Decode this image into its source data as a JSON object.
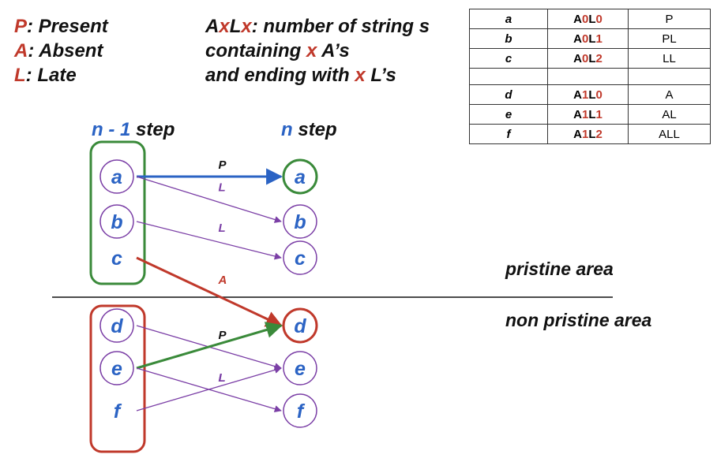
{
  "legend": {
    "items": [
      {
        "key": "P",
        "text": ": Present"
      },
      {
        "key": "A",
        "text": ": Absent"
      },
      {
        "key": "L",
        "text": ": Late"
      }
    ]
  },
  "definition": {
    "line1_a": "A",
    "line1_x1": "x",
    "line1_b": "L",
    "line1_x2": "x",
    "line1_c": ": number of string s",
    "line2_a": "containing ",
    "line2_x": "x",
    "line2_b": " A’s",
    "line3_a": "and ending with ",
    "line3_x": "x",
    "line3_b": " L’s"
  },
  "steps": {
    "prev_n": "n - 1",
    "prev_word": " step",
    "cur_n": "n",
    "cur_word": " step"
  },
  "areas": {
    "pristine": "pristine area",
    "non_pristine": "non pristine area"
  },
  "table": {
    "rows": [
      {
        "node": "a",
        "a_digit": "0",
        "l_digit": "0",
        "suffix": "P"
      },
      {
        "node": "b",
        "a_digit": "0",
        "l_digit": "1",
        "suffix": "PL"
      },
      {
        "node": "c",
        "a_digit": "0",
        "l_digit": "2",
        "suffix": "LL"
      },
      {
        "node": "d",
        "a_digit": "1",
        "l_digit": "0",
        "suffix": "A"
      },
      {
        "node": "e",
        "a_digit": "1",
        "l_digit": "1",
        "suffix": "AL"
      },
      {
        "node": "f",
        "a_digit": "1",
        "l_digit": "2",
        "suffix": "ALL"
      }
    ],
    "prefix_a": "A",
    "prefix_l": "L"
  },
  "nodes": {
    "left": [
      "a",
      "b",
      "c",
      "d",
      "e",
      "f"
    ],
    "right": [
      "a",
      "b",
      "c",
      "d",
      "e",
      "f"
    ]
  },
  "edges": [
    {
      "from": "a",
      "to": "a",
      "label": "P",
      "color": "#2b63c4"
    },
    {
      "from": "a",
      "to": "b",
      "label": "L",
      "color": "#7b3fa6"
    },
    {
      "from": "b",
      "to": "c",
      "label": "L",
      "color": "#7b3fa6"
    },
    {
      "from": "c",
      "to": "d",
      "label": "A",
      "color": "#c0392b"
    },
    {
      "from": "d",
      "to": "e",
      "label": "",
      "color": "#7b3fa6"
    },
    {
      "from": "e",
      "to": "d",
      "label": "P",
      "color": "#3a8a3a"
    },
    {
      "from": "e",
      "to": "f",
      "label": "L",
      "color": "#7b3fa6"
    },
    {
      "from": "f",
      "to": "e",
      "label": "L",
      "color": "#7b3fa6"
    }
  ],
  "colors": {
    "key": "#c0392b",
    "node_text": "#2b63c4",
    "pristine_box": "#3a8a3a",
    "non_pristine_box": "#c0392b",
    "node_border": "#7b3fa6"
  }
}
